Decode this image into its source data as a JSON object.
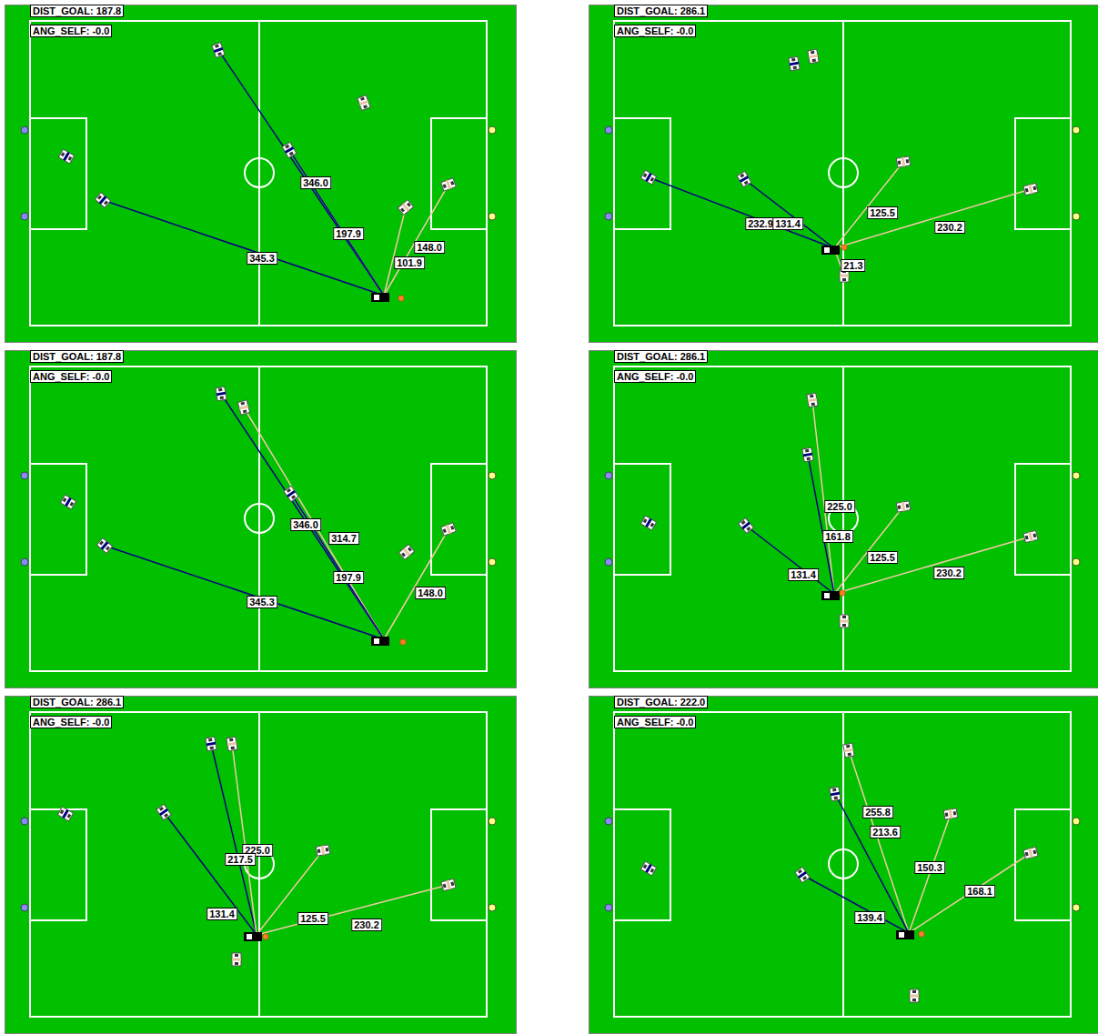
{
  "diagram": {
    "labels": [
      "DIST_GOAL: 187.8",
      "ANG_SELF: -0.0",
      "346.0",
      "197.9",
      "148.0",
      "101.9",
      "345.3",
      "DIST_GOAL: 286.1",
      "ANG_SELF: -0.0",
      "232.9",
      "131.4",
      "125.5",
      "230.2",
      "21.3",
      "DIST_GOAL: 187.8",
      "ANG_SELF: -0.0",
      "346.0",
      "314.7",
      "197.9",
      "148.0",
      "345.3",
      "DIST_GOAL: 286.1",
      "ANG_SELF: -0.0",
      "225.0",
      "161.8",
      "125.5",
      "230.2",
      "131.4",
      "DIST_GOAL: 286.1",
      "ANG_SELF: -0.0",
      "225.0",
      "217.5",
      "125.5",
      "131.4",
      "230.2",
      "DIST_GOAL: 222.0",
      "ANG_SELF: -0.0",
      "255.8",
      "213.6",
      "150.3",
      "168.1",
      "139.4"
    ]
  }
}
